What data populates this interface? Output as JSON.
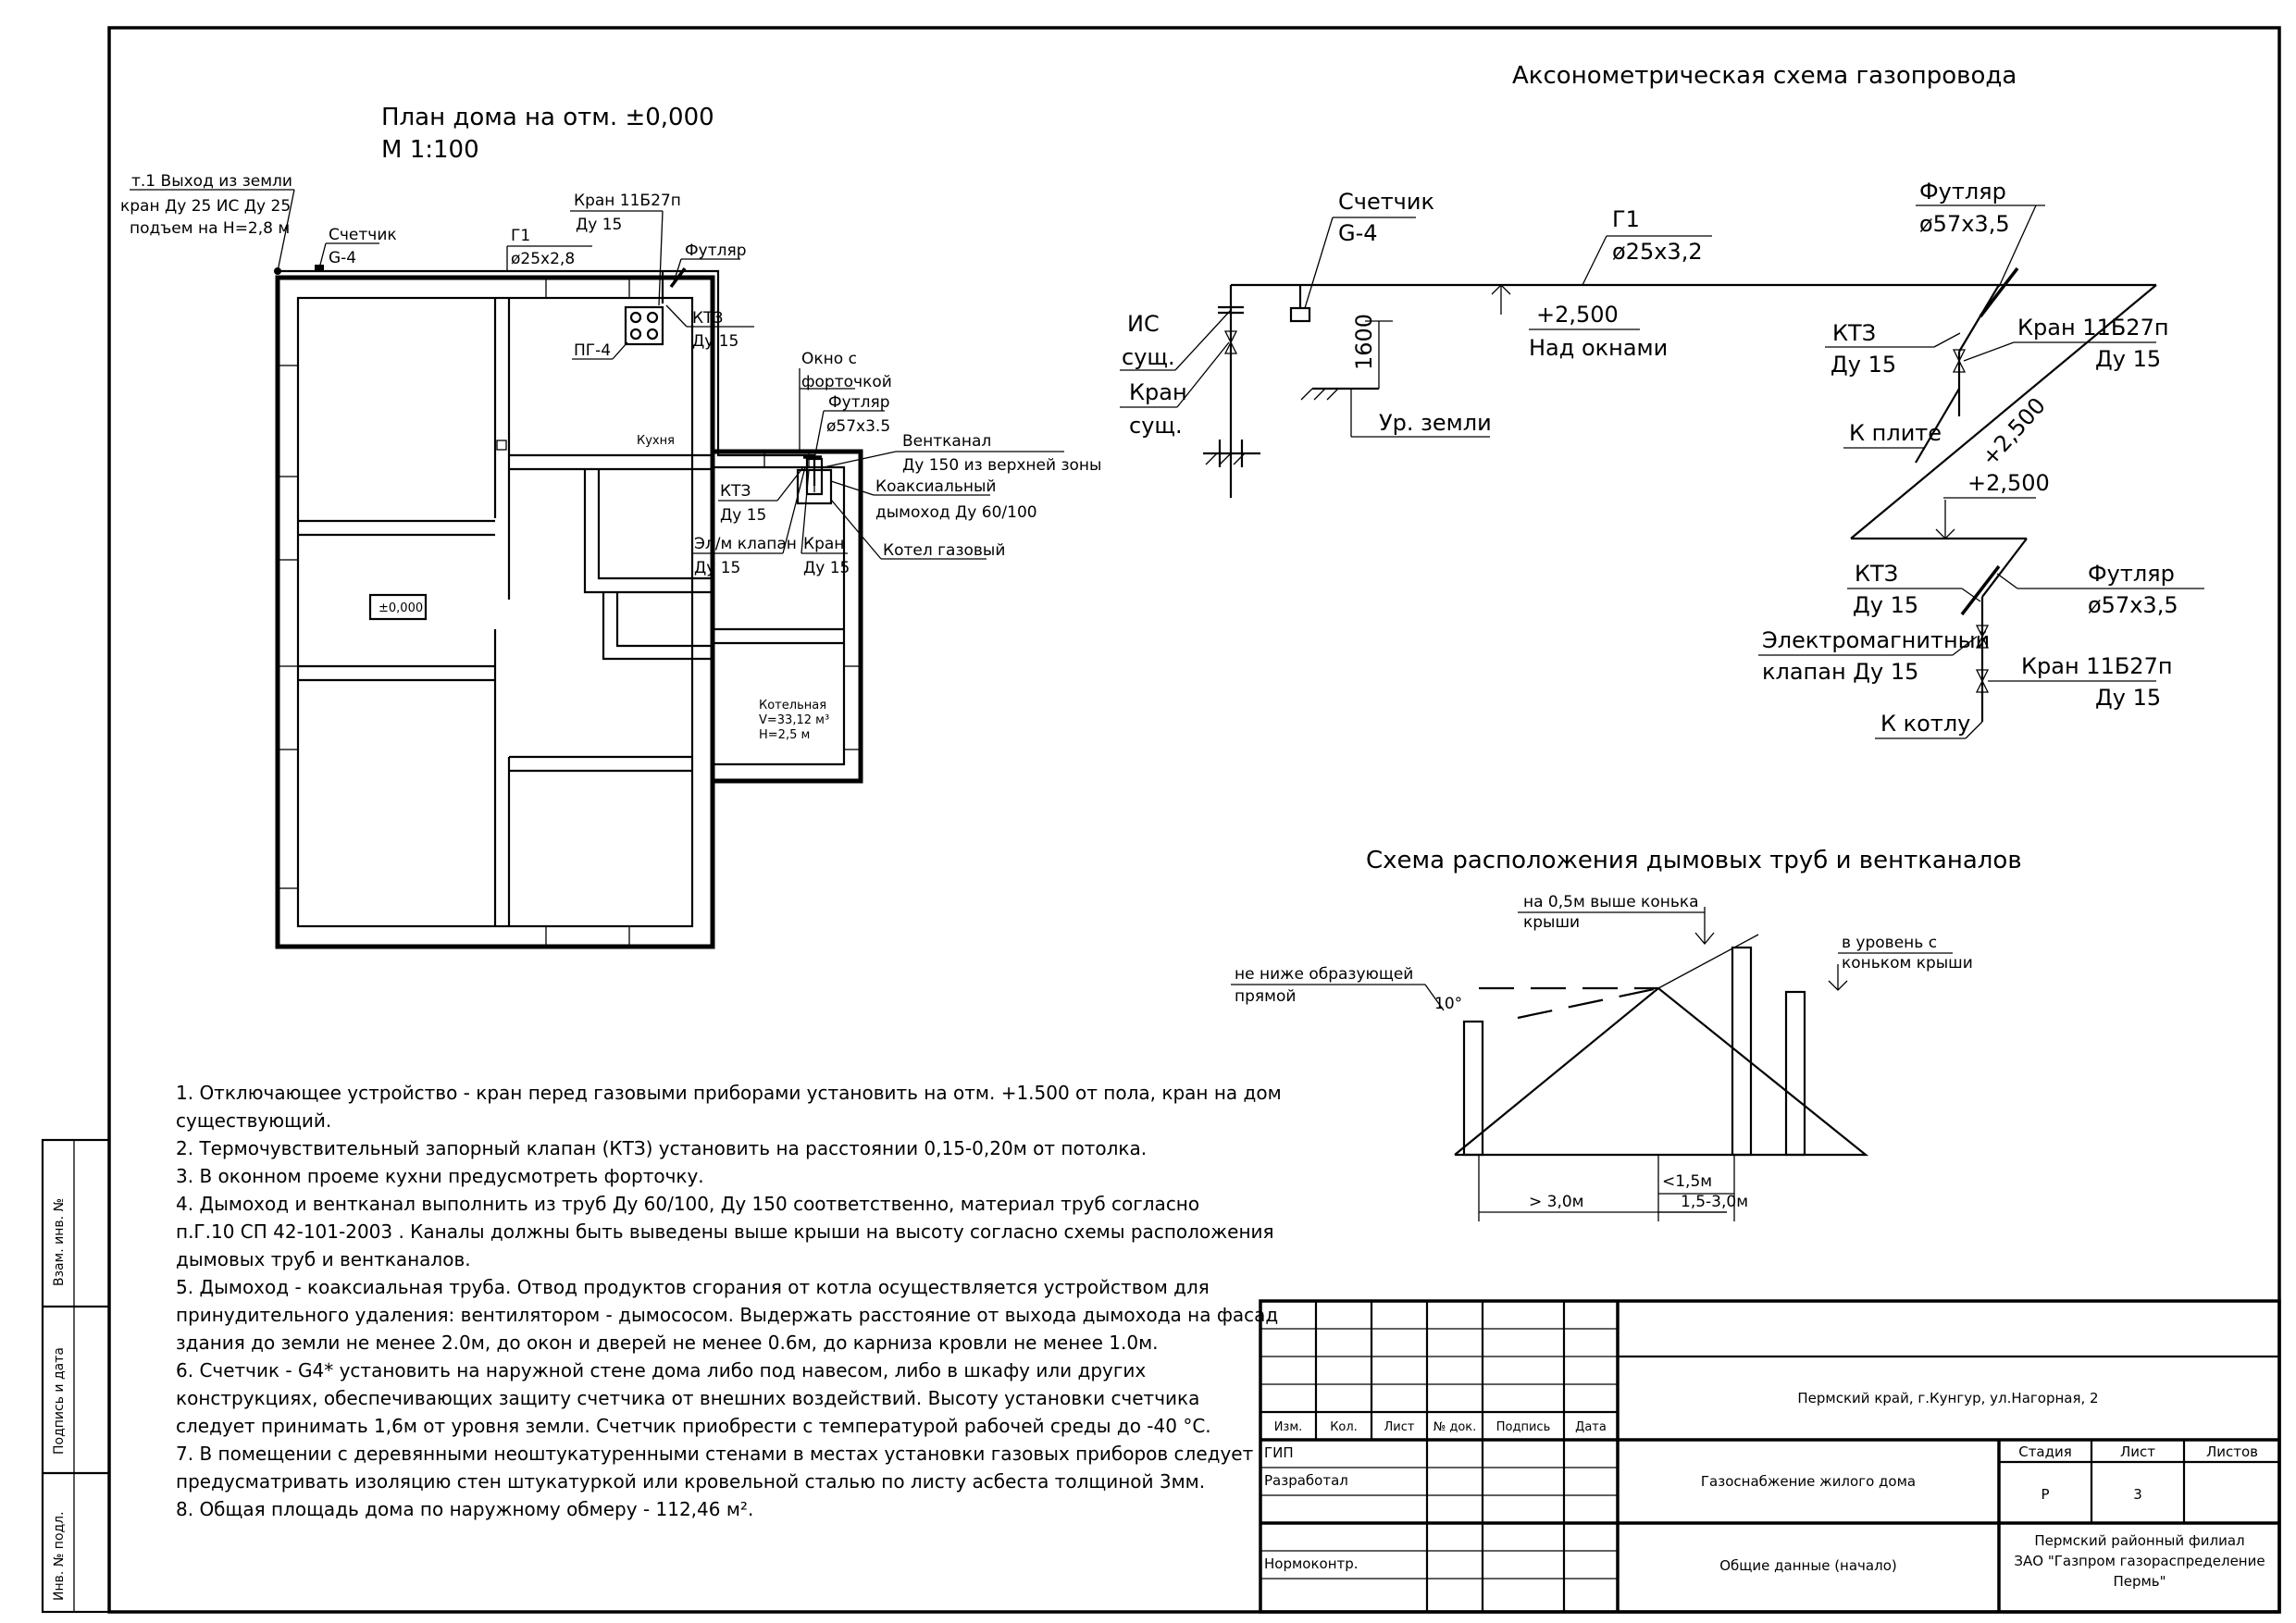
{
  "plan": {
    "title_line1": "План дома на отм. ±0,000",
    "title_line2": "М 1:100",
    "level_mark": "±0,000",
    "entry_line1": "т.1 Выход из земли",
    "entry_line2": "кран Ду 25 ИС Ду 25",
    "entry_line3": "подъем на Н=2,8 м",
    "meter_l1": "Счетчик",
    "meter_l2": "G-4",
    "pipe_l1": "Г1",
    "pipe_l2": "ø25x2,8",
    "valve_l1": "Кран 11Б27п",
    "valve_l2": "Ду 15",
    "sleeve": "Футляр",
    "ktz_l1": "КТЗ",
    "ktz_l2": "Ду 15",
    "stove": "ПГ-4",
    "kitchen": "Кухня",
    "window_l1": "Окно с",
    "window_l2": "форточкой",
    "sleeve2_l1": "Футляр",
    "sleeve2_l2": "ø57x3.5",
    "vent_l1": "Вентканал",
    "vent_l2": "Ду 150 из верхней зоны",
    "coax_l1": "Коаксиальный",
    "coax_l2": "дымоход Ду 60/100",
    "ktz2_l1": "КТЗ",
    "ktz2_l2": "Ду 15",
    "em_l1": "Эл/м клапан",
    "em_l2": "Ду 15",
    "valve2_l1": "Кран",
    "valve2_l2": "Ду 15",
    "boiler": "Котел газовый",
    "boiler_room_l1": "Котельная",
    "boiler_room_l2": "V=33,12 м³",
    "boiler_room_l3": "Н=2,5 м"
  },
  "axo": {
    "title": "Аксонометрическая схема газопровода",
    "meter_l1": "Счетчик",
    "meter_l2": "G-4",
    "pipe_l1": "Г1",
    "pipe_l2": "ø25x3,2",
    "sleeve_l1": "Футляр",
    "sleeve_l2": "ø57x3,5",
    "is_l1": "ИС",
    "is_l2": "сущ.",
    "kran_l1": "Кран",
    "kran_l2": "сущ.",
    "h1600": "1600",
    "elev1": "+2,500",
    "above_windows": "Над окнами",
    "ground": "Ур. земли",
    "ktz_l1": "КТЗ",
    "ktz_l2": "Ду 15",
    "kran2_l1": "Кран  11Б27п",
    "kran2_l2": "Ду 15",
    "elev_diag": "+2,500",
    "to_stove": "К плите",
    "elev2": "+2,500",
    "ktz3_l1": "КТЗ",
    "ktz3_l2": "Ду 15",
    "sleeve3_l1": "Футляр",
    "sleeve3_l2": "ø57x3,5",
    "em_l1": "Электромагнитный",
    "em_l2": "клапан Ду 15",
    "kran3_l1": "Кран  11Б27п",
    "kran3_l2": "Ду 15",
    "to_boiler": "К котлу"
  },
  "chimney": {
    "title": "Схема расположения дымовых труб и вентканалов",
    "ridge_l1": "на 0,5м выше конька",
    "ridge_l2": "крыши",
    "level_l1": "в уровень с",
    "level_l2": "коньком крыши",
    "line_l1": "не ниже образующей",
    "line_l2": "прямой",
    "angle": "10°",
    "dim1": "<1,5м",
    "dim2": "> 3,0м",
    "dim3": "1,5-3,0м"
  },
  "notes": [
    "1. Отключающее устройство - кран перед газовыми приборами установить на отм. +1.500 от пола, кран на дом",
    "существующий.",
    "2. Термочувствительный запорный клапан (КТЗ) установить на расстоянии 0,15-0,20м от потолка.",
    "3. В оконном проеме кухни предусмотреть форточку.",
    "4. Дымоход и вентканал выполнить из  труб  Ду 60/100, Ду 150 соответственно, материал труб согласно",
    "п.Г.10  СП 42-101-2003 . Каналы должны быть выведены выше крыши на высоту согласно схемы расположения",
    "дымовых труб и вентканалов.",
    "5. Дымоход - коаксиальная труба. Отвод продуктов сгорания от котла осуществляется устройством для",
    "принудительного удаления: вентилятором - дымососом. Выдержать расстояние от выхода дымохода на фасад",
    "здания до земли не менее  2.0м, до окон и дверей не менее 0.6м, до карниза кровли не менее 1.0м.",
    "6.  Счетчик - G4*  установить на наружной стене дома либо под навесом, либо в шкафу или других",
    "конструкциях, обеспечивающих защиту счетчика от внешних воздействий. Высоту установки счетчика",
    "следует принимать 1,6м от уровня земли. Счетчик приобрести с температурой рабочей среды до  -40 °С.",
    "7. В помещении с деревянными неоштукатуренными  стенами в местах установки газовых приборов следует",
    "предусматривать изоляцию стен штукатуркой или кровельной сталью по листу асбеста толщиной  3мм.",
    "8. Общая площадь дома по наружному обмеру - 112,46 м²."
  ],
  "side_stamp": {
    "inv_zam": "Взам. инв. №",
    "podpis": "Подпись и дата",
    "inv_podl": "Инв. № подл."
  },
  "title_block": {
    "headers": [
      "Изм.",
      "Кол.",
      "Лист",
      "№ док.",
      "Подпись",
      "Дата"
    ],
    "gip": "ГИП",
    "developed": "Разработал",
    "normcontrol": "Нормоконтр.",
    "address": "Пермский край, г.Кунгур, ул.Нагорная, 2",
    "project": "Газоснабжение жилого дома",
    "sheet_title": "Общие данные (начало)",
    "stage_h": "Стадия",
    "sheet_h": "Лист",
    "sheets_h": "Листов",
    "stage_v": "Р",
    "sheet_v": "3",
    "org_l1": "Пермский районный филиал",
    "org_l2": "ЗАО \"Газпром газораспределение",
    "org_l3": "Пермь\""
  }
}
